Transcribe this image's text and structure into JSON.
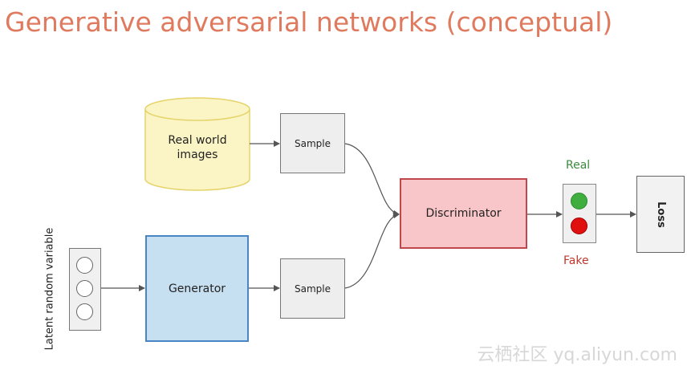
{
  "title": "Generative adversarial networks (conceptual)",
  "nodes": {
    "real_world_images": "Real world\nimages",
    "sample_top": "Sample",
    "sample_bottom": "Sample",
    "generator": "Generator",
    "discriminator": "Discriminator",
    "loss": "Loss",
    "latent_label": "Latent random variable"
  },
  "outputs": {
    "real": "Real",
    "fake": "Fake"
  },
  "watermark": "云栖社区 yq.aliyun.com",
  "colors": {
    "title": "#e07a5f",
    "generator_fill": "#c6dff1",
    "discriminator_fill": "#f8c6c8",
    "database_fill": "#fbf5c6",
    "real_light": "#3fae3f",
    "fake_light": "#e01010"
  }
}
